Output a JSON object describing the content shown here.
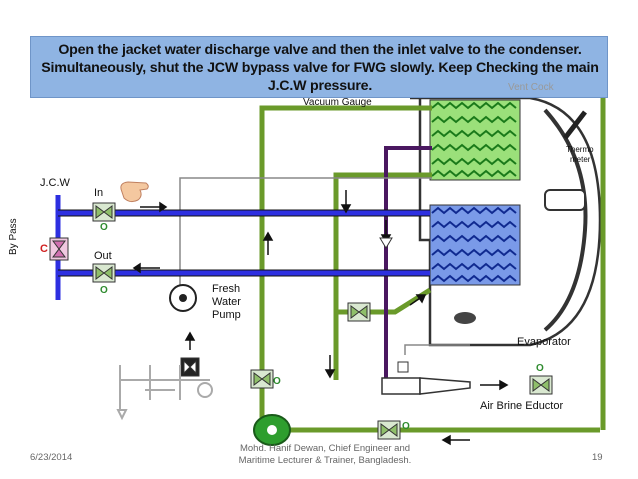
{
  "slide": {
    "instruction_lines": [
      "Open the jacket water discharge valve and then the inlet valve to the condenser.",
      "Simultaneously, shut the JCW bypass valve for FWG slowly. Keep Checking the main",
      "J.C.W  pressure."
    ],
    "labels": {
      "jcw": "J.C.W",
      "in": "In",
      "out": "Out",
      "bypass": "By Pass",
      "c": "C",
      "o_in": "O",
      "o_out": "O",
      "fresh_water_pump": [
        "Fresh",
        "Water",
        "Pump"
      ],
      "vacuum_gauge": "Vacuum Gauge",
      "vent_cock": "Vent Cock",
      "thermometer": [
        "Thermo",
        "meter"
      ],
      "evaporator": "Evaporator",
      "air_brine_eductor": "Air Brine Eductor",
      "o_left_valve": "O",
      "o_eductor": "O",
      "o_bottom": "O"
    },
    "footer": {
      "date": "6/23/2014",
      "author_line1": "Mohd. Hanif Dewan, Chief Engineer and",
      "author_line2": "Maritime Lecturer & Trainer, Bangladesh.",
      "page_number": "19"
    },
    "colors": {
      "banner": "#8fb4e3",
      "green_pipe": "#6a9a2a",
      "blue_pipe": "#2d2fe0",
      "purple_pipe": "#4a1860",
      "valve_green": "#8fbf6a",
      "label_green": "#2e8b2e",
      "label_red": "#d02020"
    }
  }
}
